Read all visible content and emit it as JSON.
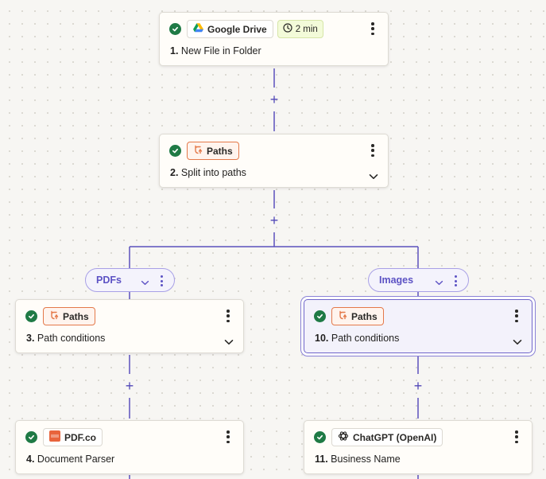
{
  "colors": {
    "accent": "#5248b8",
    "connector": "#5a50bd",
    "success": "#1f7a45",
    "paths_orange": "#e4794a"
  },
  "steps": [
    {
      "id": "step-1",
      "app_label": "Google Drive",
      "app_icon": "google-drive-icon",
      "time_label": "2 min",
      "number": "1.",
      "title": "New File in Folder",
      "status": "success",
      "has_chevron": false
    },
    {
      "id": "step-2",
      "app_label": "Paths",
      "app_icon": "paths-icon",
      "number": "2.",
      "title": "Split into paths",
      "status": "success",
      "has_chevron": true
    },
    {
      "id": "step-3",
      "app_label": "Paths",
      "app_icon": "paths-icon",
      "number": "3.",
      "title": "Path conditions",
      "status": "success",
      "has_chevron": true
    },
    {
      "id": "step-10",
      "app_label": "Paths",
      "app_icon": "paths-icon",
      "number": "10.",
      "title": "Path conditions",
      "status": "success",
      "has_chevron": true,
      "selected": true
    },
    {
      "id": "step-4",
      "app_label": "PDF.co",
      "app_icon": "pdf-co-icon",
      "number": "4.",
      "title": "Document Parser",
      "status": "success",
      "has_chevron": false
    },
    {
      "id": "step-11",
      "app_label": "ChatGPT (OpenAI)",
      "app_icon": "openai-icon",
      "number": "11.",
      "title": "Business Name",
      "status": "success",
      "has_chevron": false
    }
  ],
  "paths": [
    {
      "label": "PDFs"
    },
    {
      "label": "Images"
    }
  ],
  "add_step_symbol": "+"
}
